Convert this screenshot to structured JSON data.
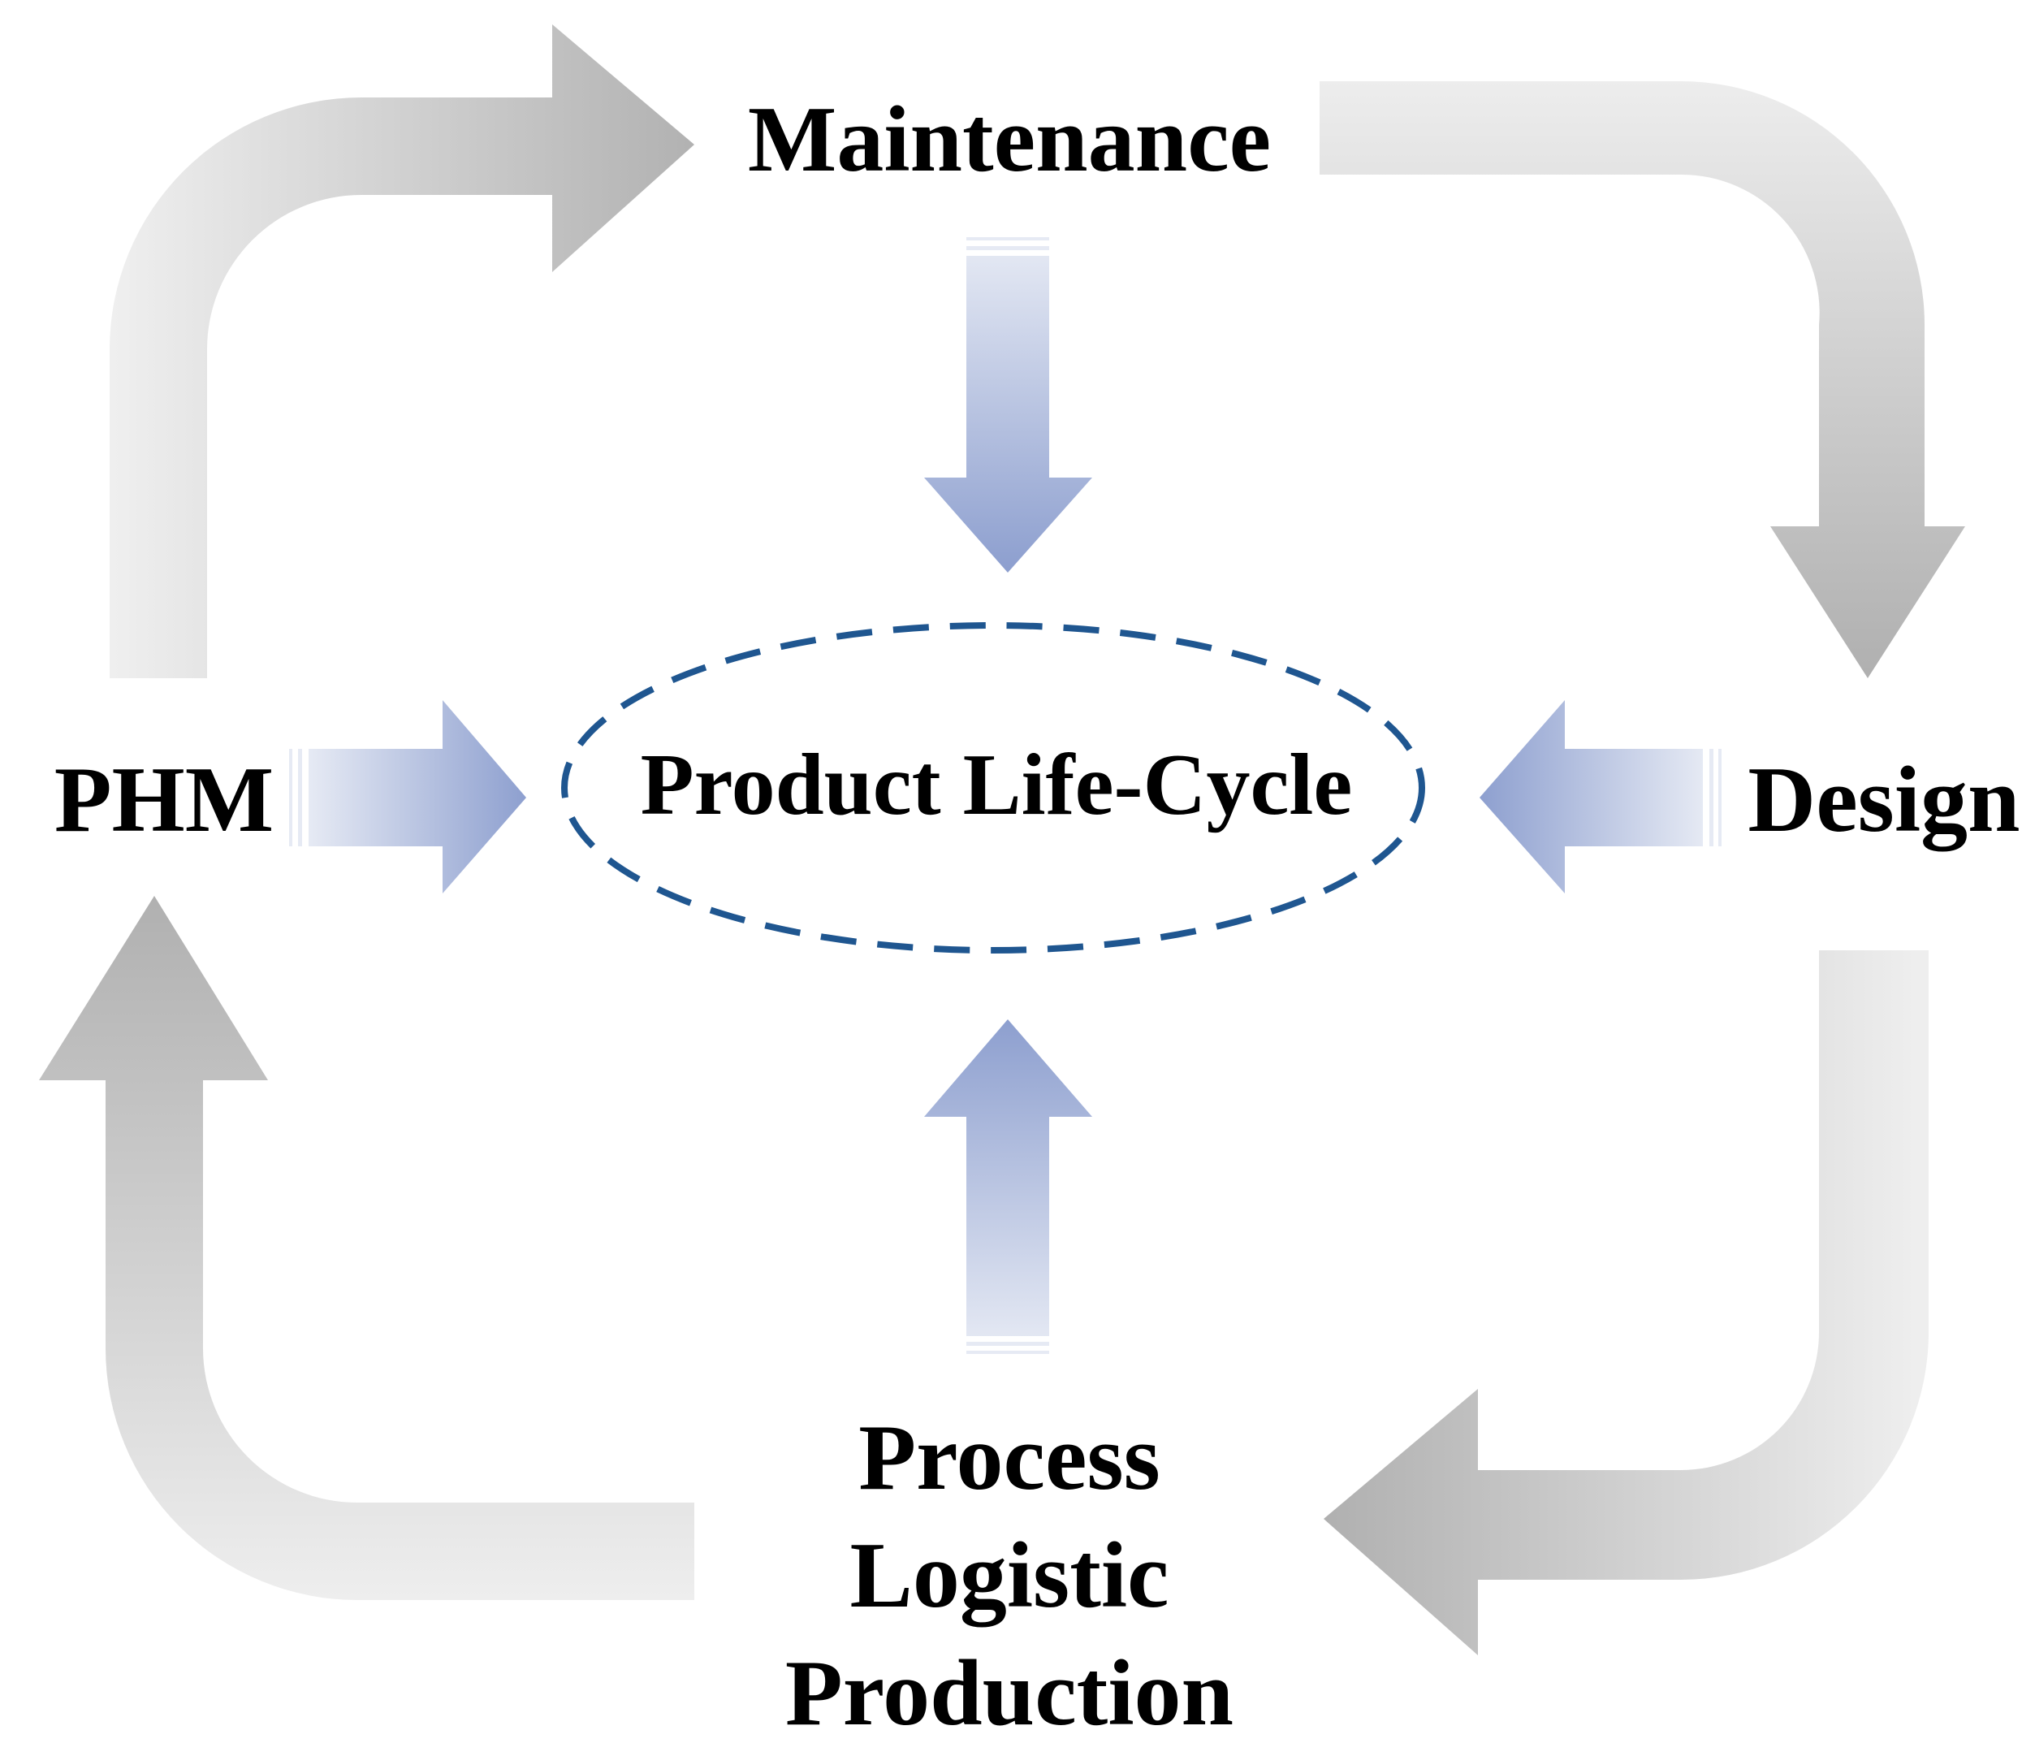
{
  "nodes": {
    "maintenance": "Maintenance",
    "design": "Design",
    "phm": "PHM",
    "process": "Process",
    "logistic": "Logistic",
    "production": "Production",
    "center": "Product Life-Cycle"
  },
  "colors": {
    "cycle_arrow_light": "#ededed",
    "cycle_arrow_dark": "#b4b4b4",
    "inward_arrow_light": "#e6eaf4",
    "inward_arrow_dark": "#8d9fcf",
    "ellipse_stroke": "#1f5690",
    "text": "#000000"
  }
}
